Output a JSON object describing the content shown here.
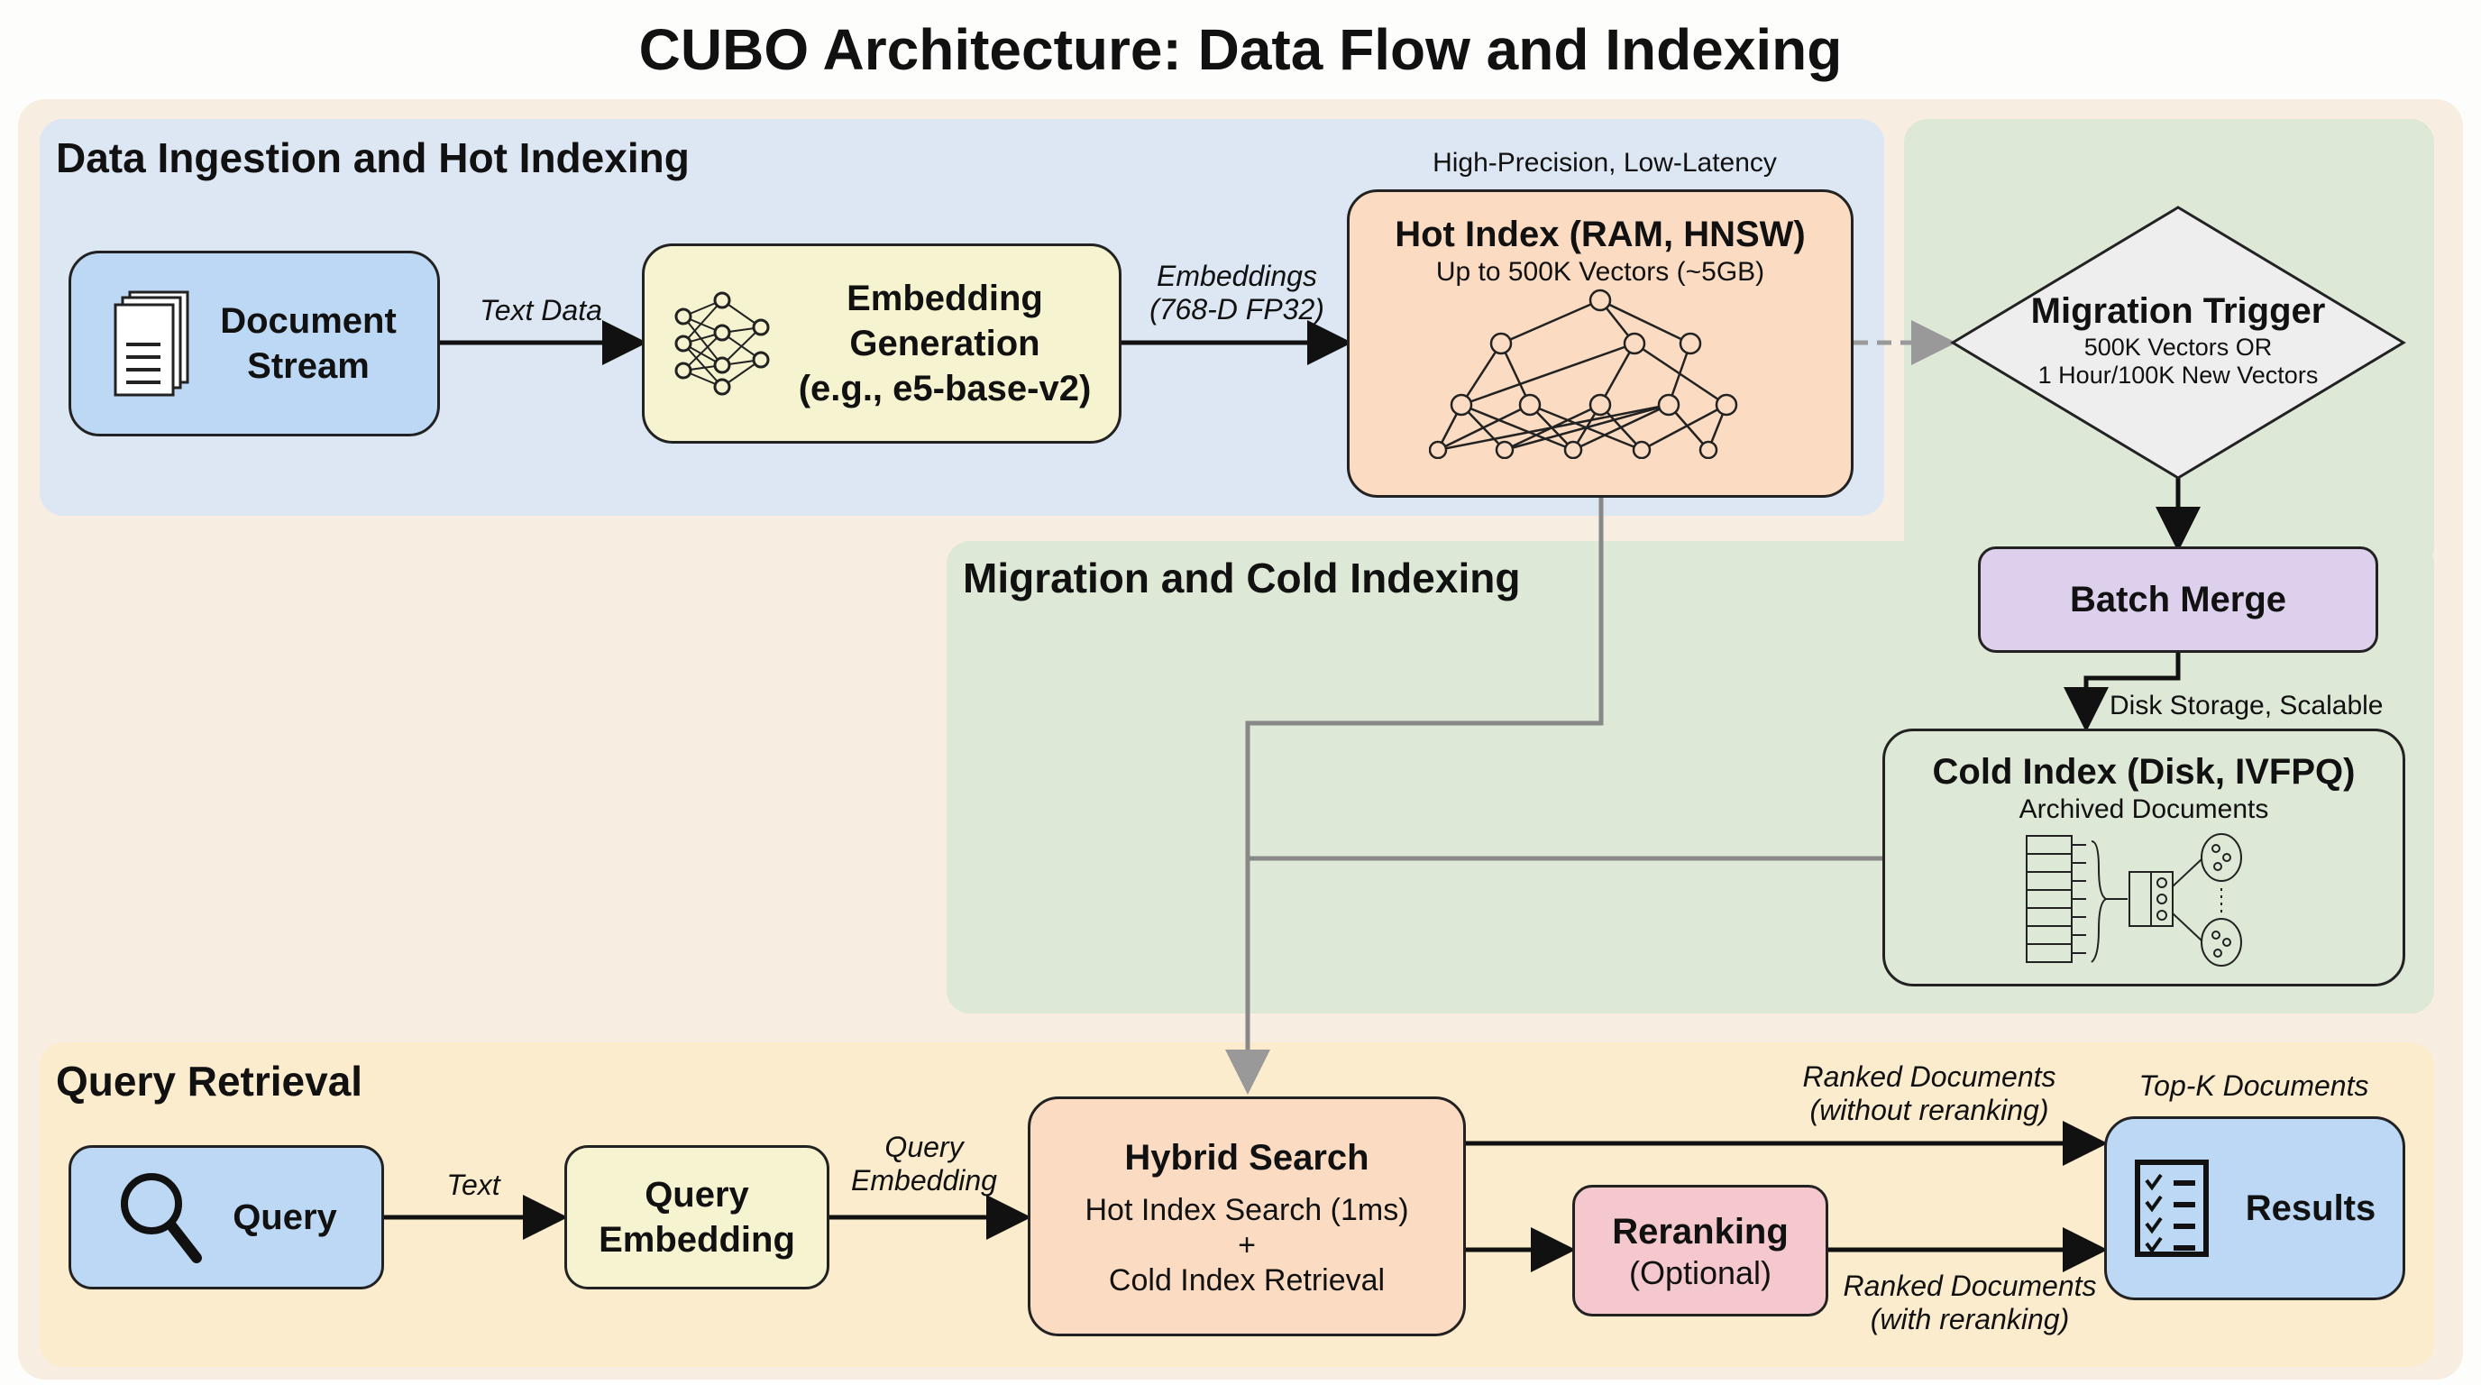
{
  "title": "CUBO Architecture: Data Flow and Indexing",
  "regions": {
    "ingest": "Data Ingestion and Hot Indexing",
    "migrate": "Migration and Cold Indexing",
    "query": "Query Retrieval"
  },
  "nodes": {
    "document_stream": "Document\nStream",
    "embedding_gen_1": "Embedding",
    "embedding_gen_2": "Generation",
    "embedding_gen_3": "(e.g., e5-base-v2)",
    "hot_index_title": "Hot Index (RAM, HNSW)",
    "hot_index_sub": "Up to 500K Vectors (~5GB)",
    "hot_index_note": "High-Precision, Low-Latency",
    "migration_title": "Migration Trigger",
    "migration_sub1": "500K Vectors OR",
    "migration_sub2": "1 Hour/100K New Vectors",
    "batch_merge": "Batch Merge",
    "cold_index_title": "Cold Index (Disk, IVFPQ)",
    "cold_index_sub": "Archived Documents",
    "cold_index_note": "Disk Storage, Scalable",
    "query": "Query",
    "query_embedding_1": "Query",
    "query_embedding_2": "Embedding",
    "hybrid_title": "Hybrid Search",
    "hybrid_line1": "Hot Index Search (1ms)",
    "hybrid_plus": "+",
    "hybrid_line2": "Cold Index Retrieval",
    "reranking_title": "Reranking",
    "reranking_sub": "(Optional)",
    "results": "Results"
  },
  "edges": {
    "text_data": "Text Data",
    "embeddings_1": "Embeddings",
    "embeddings_2": "(768-D FP32)",
    "text": "Text",
    "query_emb_1": "Query",
    "query_emb_2": "Embedding",
    "ranked_wo_1": "Ranked Documents",
    "ranked_wo_2": "(without reranking)",
    "ranked_w_1": "Ranked Documents",
    "ranked_w_2": "(with reranking)",
    "topk": "Top-K Documents"
  },
  "colors": {
    "ingest_bg": "#dce7f3",
    "migrate_bg": "#dde9d6",
    "query_bg": "#fbeccd",
    "blue_node": "#bcd8f4",
    "yellow_node": "#f6f3d0",
    "orange_node": "#fbdcc2",
    "purple_node": "#ddd0ec",
    "pink_node": "#f4c8cc",
    "diamond": "#eeeeee"
  }
}
